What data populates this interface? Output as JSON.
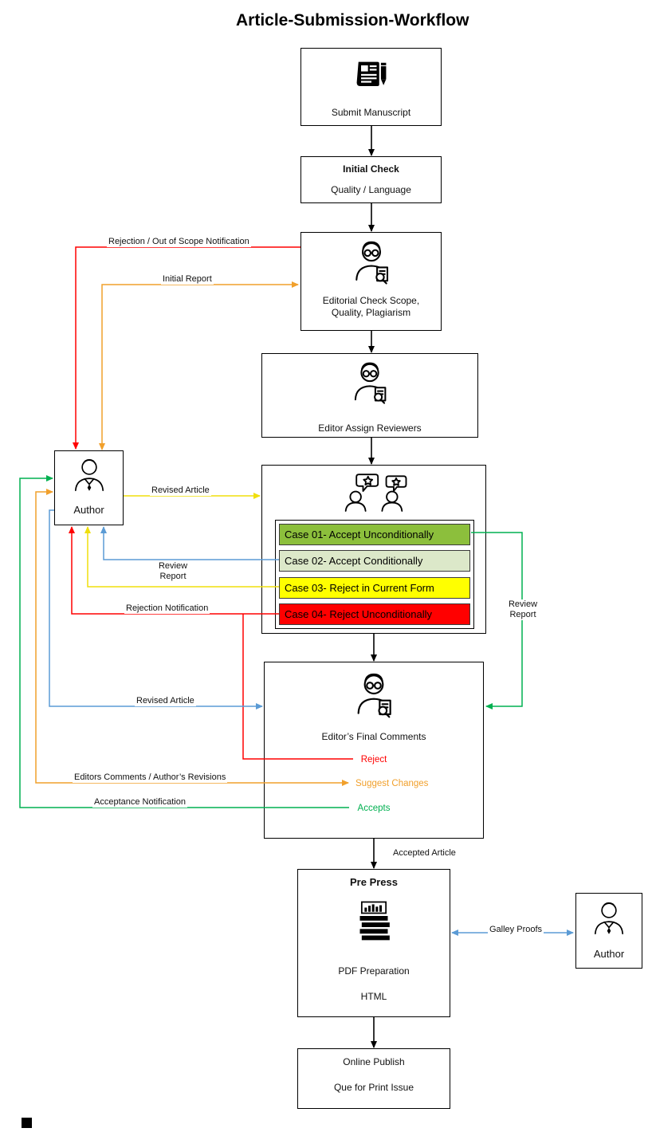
{
  "title": "Article-Submission-Workflow",
  "colors": {
    "red": "#FF0000",
    "orange": "#F1A02C",
    "yellow": "#F0DF0C",
    "green": "#00B050",
    "blue": "#5B9BD5"
  },
  "nodes": {
    "submit_manuscript": {
      "label": "Submit Manuscript"
    },
    "initial_check": {
      "title": "Initial Check",
      "subtitle": "Quality / Language"
    },
    "editorial_check": {
      "label": "Editorial Check Scope, Quality, Plagiarism"
    },
    "assign_reviewers": {
      "label": "Editor Assign Reviewers"
    },
    "reviewers": {
      "cases": [
        {
          "label": "Case 01- Accept Unconditionally",
          "bg": "#8CBF3C"
        },
        {
          "label": "Case 02- Accept Conditionally",
          "bg": "#DCE8C9"
        },
        {
          "label": "Case 03- Reject in Current Form",
          "bg": "#FFFF00"
        },
        {
          "label": "Case 04- Reject Unconditionally",
          "bg": "#FF0000"
        }
      ]
    },
    "final_comments": {
      "label": "Editor’s Final Comments",
      "outcomes": [
        {
          "label": "Reject",
          "color": "#FF0000"
        },
        {
          "label": "Suggest Changes",
          "color": "#F1A02C"
        },
        {
          "label": "Accepts",
          "color": "#00B050"
        }
      ]
    },
    "pre_press": {
      "title": "Pre Press",
      "lines": [
        "PDF Preparation",
        "HTML"
      ]
    },
    "online_publish": {
      "lines": [
        "Online Publish",
        "Que for Print Issue"
      ]
    },
    "author_left": {
      "label": "Author"
    },
    "author_right": {
      "label": "Author"
    }
  },
  "edge_labels": {
    "rejection_out_of_scope": "Rejection / Out of Scope Notification",
    "initial_report": "Initial Report",
    "revised_article_to_reviewers": "Revised Article",
    "review_report_left": "Review Report",
    "rejection_notification": "Rejection Notification",
    "review_report_right": "Review Report",
    "revised_article_to_editor": "Revised Article",
    "editors_comments": "Editors Comments / Author’s Revisions",
    "acceptance_notification": "Acceptance Notification",
    "accepted_article": "Accepted Article",
    "galley_proofs": "Galley Proofs"
  }
}
